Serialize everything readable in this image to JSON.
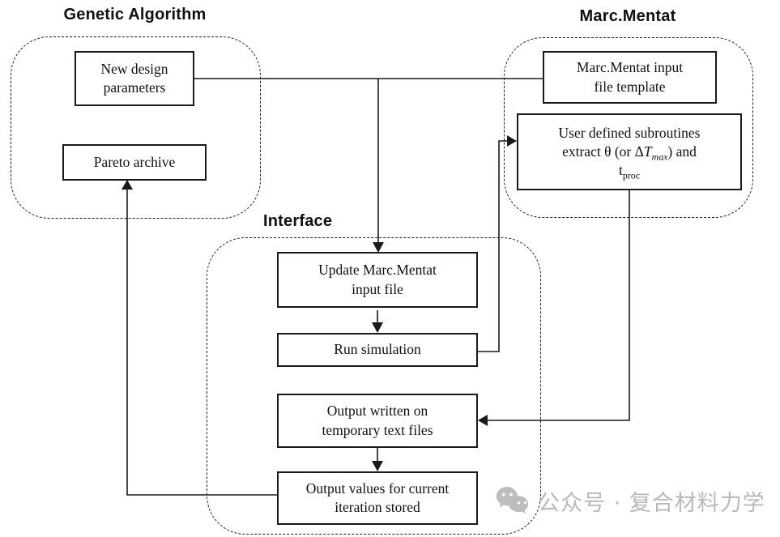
{
  "diagram": {
    "groups": [
      {
        "id": "genetic-algorithm",
        "title": "Genetic Algorithm"
      },
      {
        "id": "marc-mentat",
        "title": "Marc.Mentat"
      },
      {
        "id": "interface",
        "title": "Interface"
      }
    ],
    "nodes": {
      "new_design_parameters": {
        "lines": [
          "New design",
          "parameters"
        ]
      },
      "pareto_archive": {
        "lines": [
          "Pareto archive"
        ]
      },
      "mm_input_template": {
        "lines": [
          "Marc.Mentat input",
          "file template"
        ]
      },
      "user_subroutines": {
        "line1": "User defined subroutines",
        "line2_pre": "extract θ (or Δ",
        "line2_var": "T",
        "line2_varsub": "max",
        "line2_post": ") and",
        "line3_base": "t",
        "line3_sub": "proc"
      },
      "update_input_file": {
        "lines": [
          "Update Marc.Mentat",
          "input file"
        ]
      },
      "run_simulation": {
        "lines": [
          "Run simulation"
        ]
      },
      "output_temp_files": {
        "lines": [
          "Output written on",
          "temporary text files"
        ]
      },
      "output_values_stored": {
        "lines": [
          "Output values for current",
          "iteration stored"
        ]
      }
    },
    "edges": [
      {
        "from": "new_design_parameters",
        "to": "mm_input_template",
        "arrow": "none"
      },
      {
        "from": "new_design_parameters",
        "to": "update_input_file",
        "arrow": "end"
      },
      {
        "from": "update_input_file",
        "to": "run_simulation",
        "arrow": "end"
      },
      {
        "from": "run_simulation",
        "to": "user_subroutines",
        "arrow": "end"
      },
      {
        "from": "user_subroutines",
        "to": "output_temp_files",
        "arrow": "end"
      },
      {
        "from": "output_temp_files",
        "to": "output_values_stored",
        "arrow": "end"
      },
      {
        "from": "output_values_stored",
        "to": "pareto_archive",
        "arrow": "end"
      }
    ]
  },
  "watermark": {
    "icon": "wechat-icon",
    "text": "公众号 · 复合材料力学"
  },
  "colors": {
    "line": "#1a1a1a",
    "watermark_gray": "#b9b9b9",
    "background": "#ffffff"
  }
}
